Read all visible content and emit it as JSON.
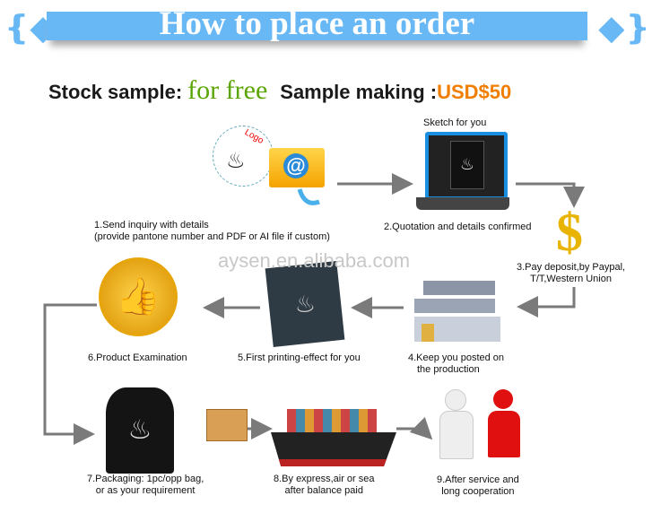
{
  "header": {
    "title": "How to place an order"
  },
  "pricing": {
    "stock_label": "Stock sample:",
    "stock_value": "for free",
    "making_label": "Sample making :",
    "making_value": "USD$50"
  },
  "watermark": "aysen.en.alibaba.com",
  "sketch_label": "Sketch for you",
  "logo_text": "Logo",
  "steps": [
    {
      "line1": "1.Send inquiry with details",
      "line2": "(provide pantone number and PDF or AI file if custom)"
    },
    {
      "line1": "2.Quotation and details confirmed"
    },
    {
      "line1": "3.Pay deposit,by Paypal,",
      "line2": "T/T,Western Union"
    },
    {
      "line1": "4.Keep you posted on",
      "line2": "the production"
    },
    {
      "line1": "5.First printing-effect for you"
    },
    {
      "line1": "6.Product Examination"
    },
    {
      "line1": "7.Packaging: 1pc/opp bag,",
      "line2": "or as your requirement"
    },
    {
      "line1": "8.By express,air or sea",
      "line2": "after balance paid"
    },
    {
      "line1": "9.After service and",
      "line2": "long cooperation"
    }
  ],
  "colors": {
    "banner": "#68b8f5",
    "green": "#5aa500",
    "orange": "#f07e00",
    "arrow": "#7a7a7a"
  }
}
